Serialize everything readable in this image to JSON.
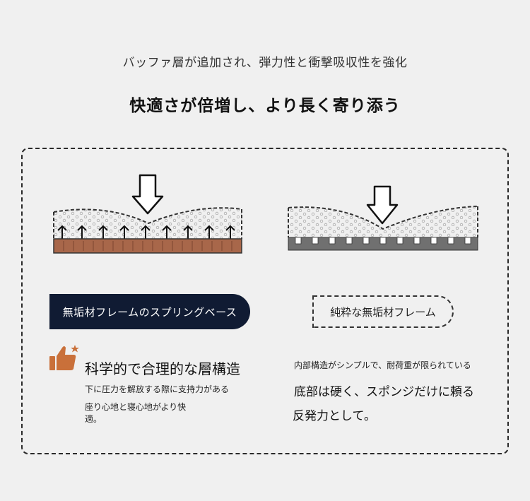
{
  "header": {
    "subtitle": "バッファ層が追加され、弾力性と衝撃吸収性を強化",
    "title": "快適さが倍増し、より長く寄り添う"
  },
  "left": {
    "label": "無垢材フレームのスプリングベース",
    "icon": "thumbs-up-icon",
    "heading": "科学的で合理的な層構造",
    "desc1": "下に圧力を解放する際に支持力がある",
    "desc2": "座り心地と寝心地がより快適。"
  },
  "right": {
    "label": "純粋な無垢材フレーム",
    "desc1": "内部構造がシンプルで、耐荷重が限られている",
    "heading1": "底部は硬く、スポンジだけに頼る",
    "heading2": "反発力として。"
  },
  "colors": {
    "wood": "#a8674a",
    "dark_navy": "#101b33",
    "gray_base": "#707070",
    "accent_orange": "#c9703a"
  }
}
